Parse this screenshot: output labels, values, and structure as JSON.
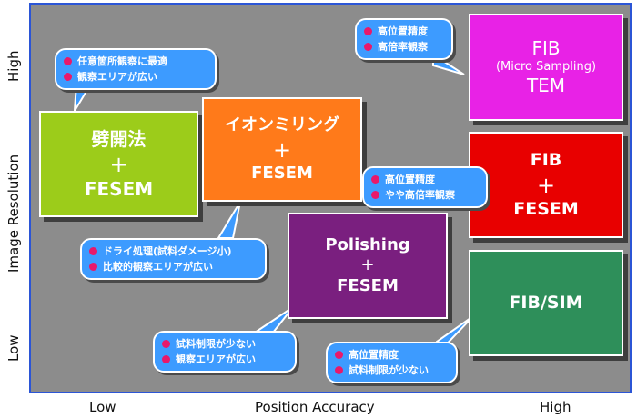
{
  "axes": {
    "y_title": "Image Resolution",
    "y_high": "High",
    "y_low": "Low",
    "x_title": "Position Accuracy",
    "x_low": "Low",
    "x_high": "High"
  },
  "colors": {
    "plot_bg": "#8c8c8c",
    "frame": "#2b55d6",
    "callout": "#3d9bff",
    "bullet": "#e8196b"
  },
  "boxes": {
    "cleave": {
      "lines": [
        "劈開法",
        "+",
        "FESEM"
      ],
      "color": "#9ccc1a"
    },
    "ion": {
      "lines": [
        "イオンミリング",
        "+",
        "FESEM"
      ],
      "color": "#ff7a1a"
    },
    "polishing": {
      "lines": [
        "Polishing",
        "+",
        "FESEM"
      ],
      "color": "#7a1f7f"
    },
    "fib_tem": {
      "lines": [
        "FIB",
        "(Micro Sampling)",
        "TEM"
      ],
      "color": "#e822e6"
    },
    "fib_fesem": {
      "lines": [
        "FIB",
        "+",
        "FESEM"
      ],
      "color": "#e80000"
    },
    "fib_sim": {
      "lines": [
        "FIB/SIM"
      ],
      "color": "#2e8f5a"
    }
  },
  "callouts": {
    "cleave": [
      "任意箇所観察に最適",
      "観察エリアが広い"
    ],
    "ion": [
      "ドライ処理(試料ダメージ小)",
      "比較的観察エリアが広い"
    ],
    "polishing": [
      "試料制限が少ない",
      "観察エリアが広い"
    ],
    "fib_tem": [
      "高位置精度",
      "高倍率観察"
    ],
    "fib_fesem": [
      "高位置精度",
      "やや高倍率観察"
    ],
    "fib_sim": [
      "高位置精度",
      "試料制限が少ない"
    ]
  }
}
